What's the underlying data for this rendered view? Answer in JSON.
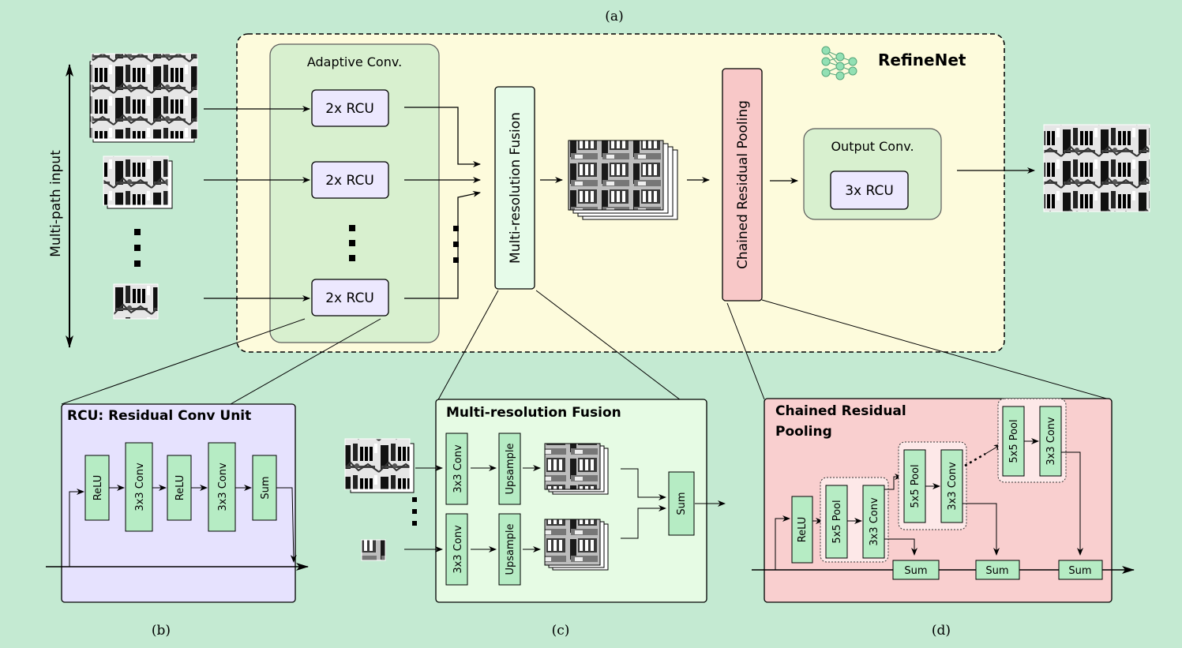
{
  "captions": {
    "a": "(a)",
    "b": "(b)",
    "c": "(c)",
    "d": "(d)"
  },
  "top": {
    "title": "RefineNet",
    "side_label": "Multi-path input",
    "adaptive_conv": "Adaptive Conv.",
    "rcu_label": "2x RCU",
    "fusion_label": "Multi-resolution Fusion",
    "crp_label": "Chained Residual Pooling",
    "output_conv": "Output Conv.",
    "output_rcu": "3x RCU"
  },
  "panel_rcu": {
    "title": "RCU: Residual Conv Unit",
    "blocks": [
      "ReLU",
      "3x3 Conv",
      "ReLU",
      "3x3 Conv",
      "Sum"
    ]
  },
  "panel_fusion": {
    "title": "Multi-resolution Fusion",
    "conv": "3x3 Conv",
    "upsample": "Upsample",
    "sum": "Sum"
  },
  "panel_crp": {
    "title_line1": "Chained Residual",
    "title_line2": "Pooling",
    "relu": "ReLU",
    "pool": "5x5 Pool",
    "conv": "3x3 Conv",
    "sum": "Sum"
  },
  "colors": {
    "background": "#c4ead2",
    "refinenet_panel": "#fdfbdc",
    "adaptive_panel": "#d8f0cf",
    "rcu_block": "#ece8fe",
    "fusion_block": "#e6fbe9",
    "crp_block": "#f8c8c8",
    "rcu_panel": "#e6e2fe",
    "fusion_panel": "#e6fbe4",
    "crp_panel": "#f9cfcf",
    "layer_block": "#b6ecc4",
    "network_icon": "#93e0b4"
  }
}
